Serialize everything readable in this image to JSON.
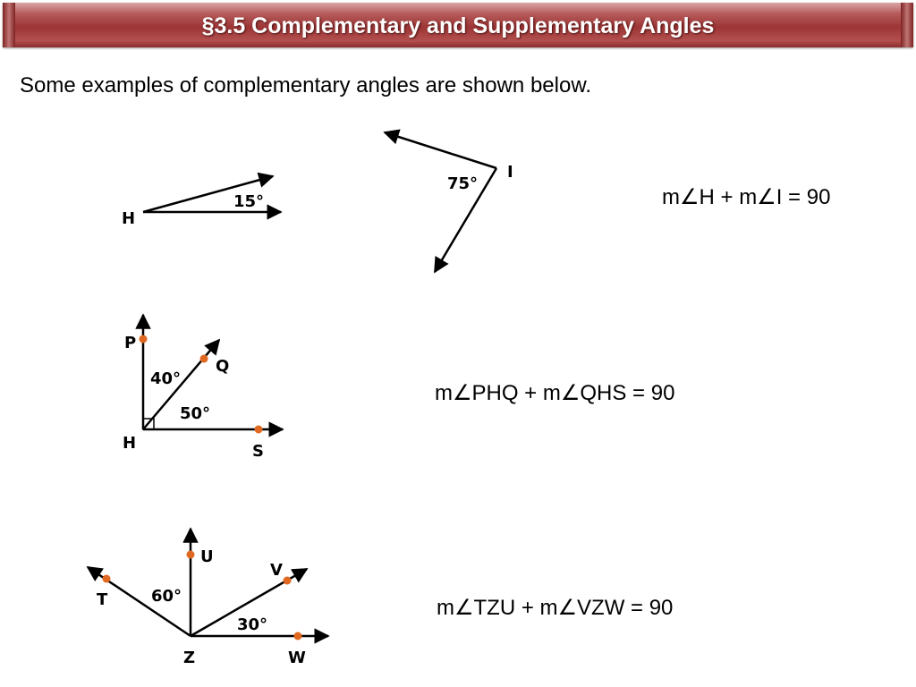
{
  "title": "§3.5  Complementary and Supplementary Angles",
  "intro": "Some examples of complementary angles are shown below.",
  "equations": {
    "eq1": "m∠H + m∠I = 90",
    "eq2": "m∠PHQ + m∠QHS = 90",
    "eq3": "m∠TZU + m∠VZW = 90"
  },
  "figure1": {
    "vertex_h": "H",
    "angle_h": "15°",
    "vertex_i": "I",
    "angle_i": "75°"
  },
  "figure2": {
    "p": "P",
    "q": "Q",
    "h": "H",
    "s": "S",
    "angle_top": "40°",
    "angle_bottom": "50°"
  },
  "figure3": {
    "u": "U",
    "v": "V",
    "t": "T",
    "z": "Z",
    "w": "W",
    "angle_left": "60°",
    "angle_right": "30°"
  },
  "colors": {
    "title_bar": "#9d3535",
    "point": "#e06820"
  }
}
